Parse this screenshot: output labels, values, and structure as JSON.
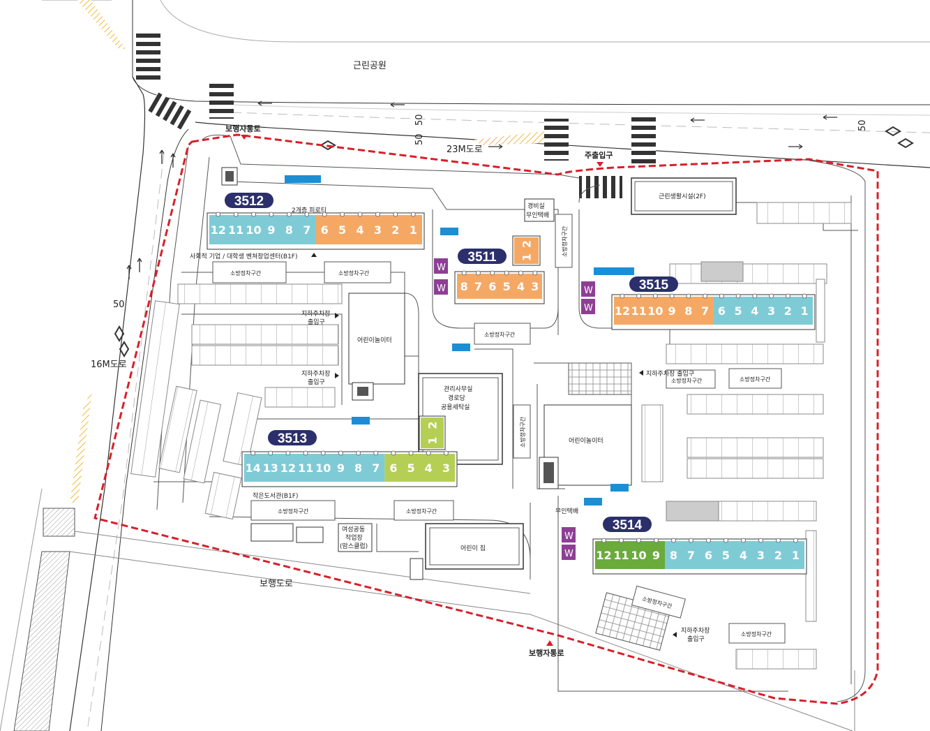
{
  "roads": {
    "park": "근린공원",
    "road_23m": "23M도로",
    "road_16m": "16M도로",
    "walk_road": "보행도로",
    "road_marking_50a": "50",
    "road_marking_50b": "50",
    "road_marking_50c": "50",
    "road_marking_50d": "50"
  },
  "entrances": {
    "pedestrian_top": "보행자통로",
    "main_entrance": "주출입구",
    "pedestrian_bottom": "보행자통로"
  },
  "buildings": {
    "b3512": {
      "number": "3512",
      "units": [
        "12",
        "11",
        "10",
        "9",
        "8",
        "7",
        "6",
        "5",
        "4",
        "3",
        "2",
        "1"
      ],
      "note_top": "2개층 피로티",
      "note_bottom": "사회적 기업 / 대학생 벤쳐창업센터(B1F)"
    },
    "b3511": {
      "number": "3511",
      "units": [
        "8",
        "7",
        "6",
        "5",
        "4",
        "3"
      ],
      "side_units": [
        "2",
        "1"
      ]
    },
    "b3515": {
      "number": "3515",
      "units": [
        "12",
        "11",
        "10",
        "9",
        "8",
        "7",
        "6",
        "5",
        "4",
        "3",
        "2",
        "1"
      ]
    },
    "b3513": {
      "number": "3513",
      "units": [
        "14",
        "13",
        "12",
        "11",
        "10",
        "9",
        "8",
        "7",
        "6",
        "5",
        "4",
        "3"
      ],
      "side_units": [
        "2",
        "1"
      ],
      "note_bottom": "작은도서관(B1F)"
    },
    "b3514": {
      "number": "3514",
      "units": [
        "12",
        "11",
        "10",
        "9",
        "8",
        "7",
        "6",
        "5",
        "4",
        "3",
        "2",
        "1"
      ]
    }
  },
  "facilities": {
    "commercial": "근린생활시설(2F)",
    "guard": "경비실",
    "parcel": "무인택배",
    "parcel2": "무인택배",
    "playground1": "어린이놀이터",
    "playground2": "어린이놀이터",
    "mgmt_line1": "관리사무실",
    "mgmt_line2": "경로당",
    "mgmt_line3": "공용세탁실",
    "daycare": "어린이 집",
    "women_line1": "여성공동",
    "women_line2": "작업장",
    "women_line3": "(맘스클럽)"
  },
  "parking": {
    "ug_entry_1a": "지하주차장",
    "ug_entry_1b": "출입구",
    "ug_entry_2a": "지하주차장",
    "ug_entry_2b": "출입구",
    "ug_entry_3": "지하주차장 출입구",
    "ug_entry_4a": "지하주차장",
    "ug_entry_4b": "출입구",
    "fire_zone": "소방정차구간"
  },
  "waste_marker": "W",
  "colors": {
    "boundary": "#d6202a",
    "badge": "#2b2f6b",
    "unit_blue": "#7ecbd6",
    "unit_orange": "#f5a864",
    "unit_lime": "#b5cf55",
    "unit_green": "#6aab3c",
    "waste_purple": "#8d3f93",
    "bike_blue": "#1a8fd6",
    "hatch_yellow": "#f2b93b"
  }
}
